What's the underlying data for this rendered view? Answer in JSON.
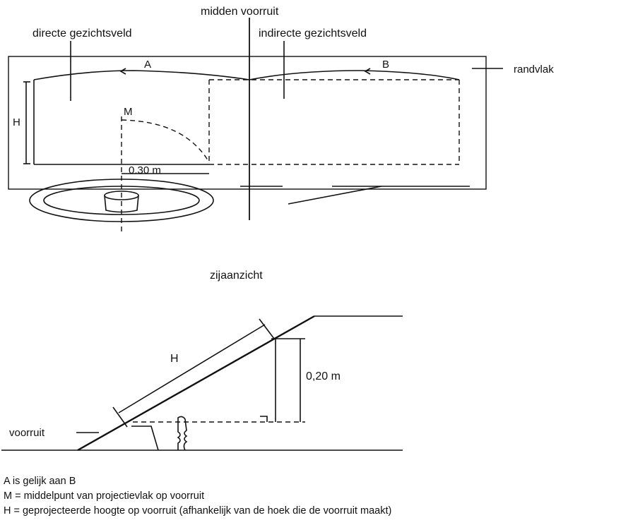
{
  "top_view": {
    "center_label": "midden voorruit",
    "direct_label": "directe gezichtsveld",
    "indirect_label": "indirecte gezichtsveld",
    "edge_label": "randvlak",
    "a_label": "A",
    "b_label": "B",
    "h_label": "H",
    "m_label": "M",
    "distance_label": "0.30 m"
  },
  "side_view": {
    "title": "zijaanzicht",
    "h_label": "H",
    "height_label": "0,20 m",
    "windshield_label": "voorruit"
  },
  "legend": [
    "A is gelijk aan B",
    "M = middelpunt van projectievlak op voorruit",
    "H = geprojecteerde hoogte op voorruit (afhankelijk van de hoek die de voorruit maakt)"
  ]
}
